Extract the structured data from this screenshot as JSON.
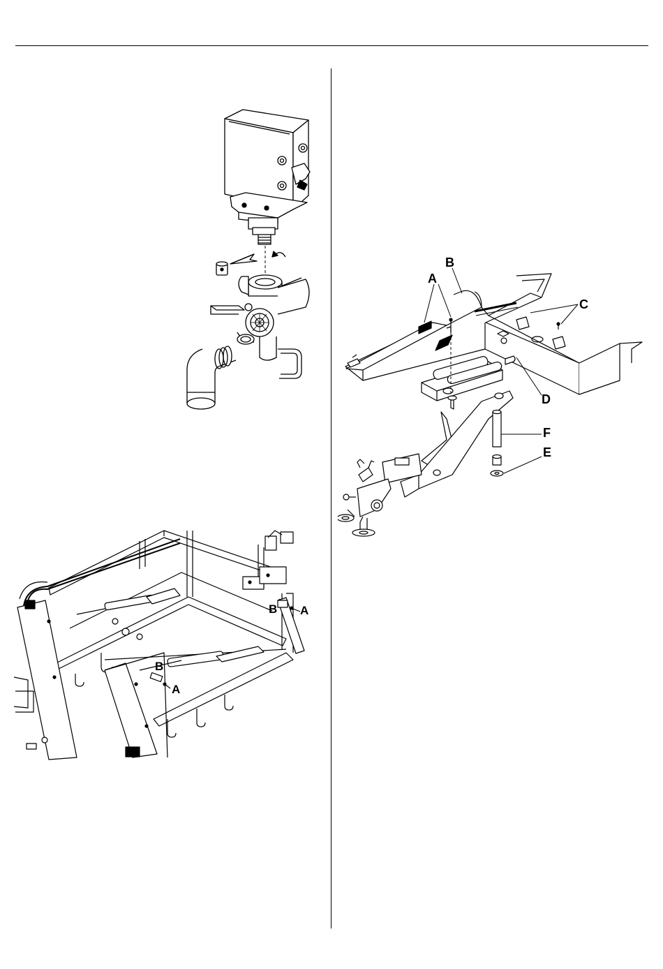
{
  "figures": {
    "pump_valve": {
      "icon": "pump-valve-assembly-illustration"
    },
    "frame_stays": {
      "icon": "frame-stays-illustration",
      "labels": {
        "a_right": "A",
        "b_right": "B",
        "b_left": "B",
        "a_left": "A"
      }
    },
    "drawbar": {
      "icon": "drawbar-assembly-illustration",
      "labels": {
        "a": "A",
        "b": "B",
        "c": "C",
        "d": "D",
        "e": "E",
        "f": "F"
      }
    }
  }
}
